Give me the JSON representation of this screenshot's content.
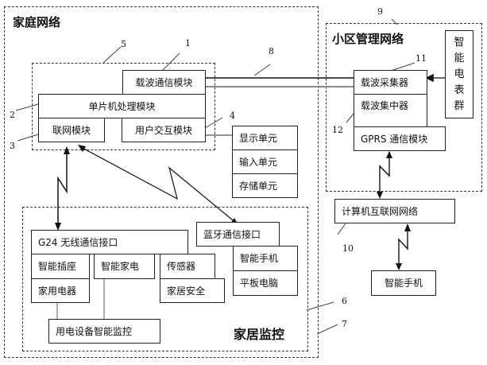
{
  "home_network": {
    "title": "家庭网络",
    "carrier_comm_module": "载波通信模块",
    "mcu_module": "单片机处理模块",
    "network_module": "联网模块",
    "user_interaction_module": "用户交互模块",
    "display_unit": "显示单元",
    "input_unit": "输入单元",
    "storage_unit": "存储单元"
  },
  "home_monitoring": {
    "title": "家居监控",
    "g24_interface": "G24 无线通信接口",
    "smart_socket": "智能插座",
    "smart_appliance": "智能家电",
    "sensor": "传感器",
    "household_appliance": "家用电器",
    "home_security": "家居安全",
    "power_monitoring": "用电设备智能监控",
    "bluetooth_interface": "蓝牙通信接口",
    "smartphone": "智能手机",
    "tablet": "平板电脑"
  },
  "community_network": {
    "title": "小区管理网络",
    "carrier_collector": "载波采集器",
    "carrier_concentrator": "载波集中器",
    "gprs_module": "GPRS 通信模块",
    "smart_meter_group": [
      "智",
      "能",
      "电",
      "表",
      "群"
    ]
  },
  "internet": {
    "label": "计算机互联网网络",
    "smartphone": "智能手机"
  },
  "reference_numbers": {
    "n1": "1",
    "n2": "2",
    "n3": "3",
    "n4": "4",
    "n5": "5",
    "n6": "6",
    "n7": "7",
    "n8": "8",
    "n9": "9",
    "n10": "10",
    "n11": "11",
    "n12": "12"
  }
}
